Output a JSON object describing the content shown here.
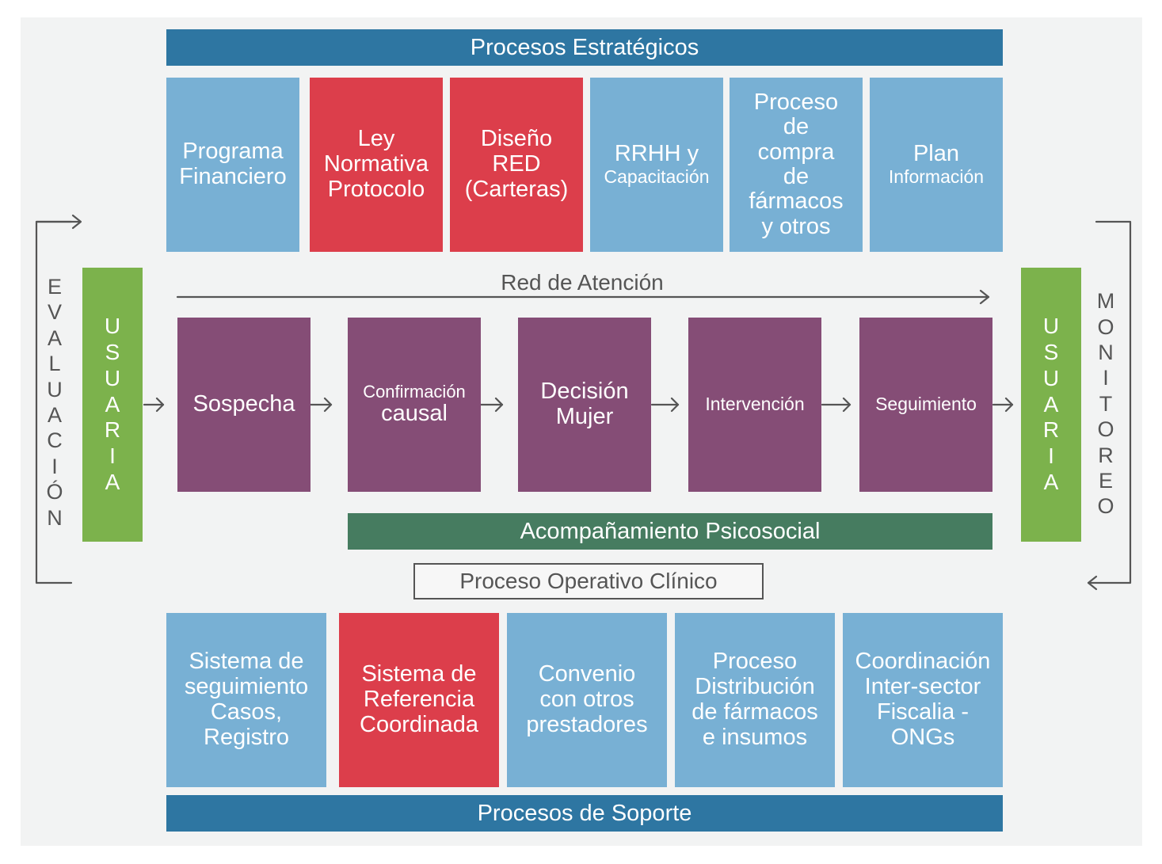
{
  "top_band": "Procesos Estratégicos",
  "strategic": [
    {
      "lines": [
        "Programa",
        "Financiero"
      ],
      "sub": [],
      "color": "#78b0d4"
    },
    {
      "lines": [
        "Ley",
        "Normativa",
        "Protocolo"
      ],
      "sub": [],
      "color": "#dc3e4b"
    },
    {
      "lines": [
        "Diseño",
        "RED",
        "(Carteras)"
      ],
      "sub": [],
      "color": "#dc3e4b"
    },
    {
      "lines": [
        "RRHH y"
      ],
      "sub": [
        "Capacitación"
      ],
      "color": "#78b0d4"
    },
    {
      "lines": [
        "Proceso",
        "de",
        "compra",
        "de",
        "fármacos",
        "y otros"
      ],
      "sub": [],
      "color": "#78b0d4"
    },
    {
      "lines": [
        "Plan"
      ],
      "sub": [
        "Información"
      ],
      "color": "#78b0d4"
    }
  ],
  "red_atencion": "Red de Atención",
  "left_side": {
    "evaluacion": [
      "E",
      "V",
      "A",
      "L",
      "U",
      "A",
      "C",
      "I",
      "Ó",
      "N"
    ],
    "usuaria": [
      "U",
      "S",
      "U",
      "A",
      "R",
      "I",
      "A"
    ]
  },
  "right_side": {
    "monitoreo": [
      "M",
      "O",
      "N",
      "I",
      "T",
      "O",
      "R",
      "E",
      "O"
    ],
    "usuaria": [
      "U",
      "S",
      "U",
      "A",
      "R",
      "I",
      "A"
    ]
  },
  "operative": [
    {
      "lines": [
        "Sospecha"
      ],
      "sub": []
    },
    {
      "lines": [
        "causal"
      ],
      "sub_top": [
        "Confirmación"
      ]
    },
    {
      "lines": [
        "Decisión",
        "Mujer"
      ],
      "sub": []
    },
    {
      "lines": [],
      "sub": [
        "Intervención"
      ]
    },
    {
      "lines": [],
      "sub": [
        "Seguimiento"
      ]
    }
  ],
  "acompanamiento": "Acompañamiento Psicosocial",
  "proceso_operativo": "Proceso Operativo Clínico",
  "support": [
    {
      "lines": [
        "Sistema de",
        "seguimiento",
        "Casos,",
        "Registro"
      ],
      "color": "#78b0d4"
    },
    {
      "lines": [
        "Sistema de",
        "Referencia",
        "Coordinada"
      ],
      "color": "#dc3e4b"
    },
    {
      "lines": [
        "Convenio",
        "con otros",
        "prestadores"
      ],
      "color": "#78b0d4"
    },
    {
      "lines": [
        "Proceso",
        "Distribución",
        "de fármacos",
        "e insumos"
      ],
      "color": "#78b0d4"
    },
    {
      "lines": [
        "Coordinación",
        "Inter-sector",
        "Fiscalia -",
        "ONGs"
      ],
      "color": "#78b0d4"
    }
  ],
  "bottom_band": "Procesos de Soporte"
}
